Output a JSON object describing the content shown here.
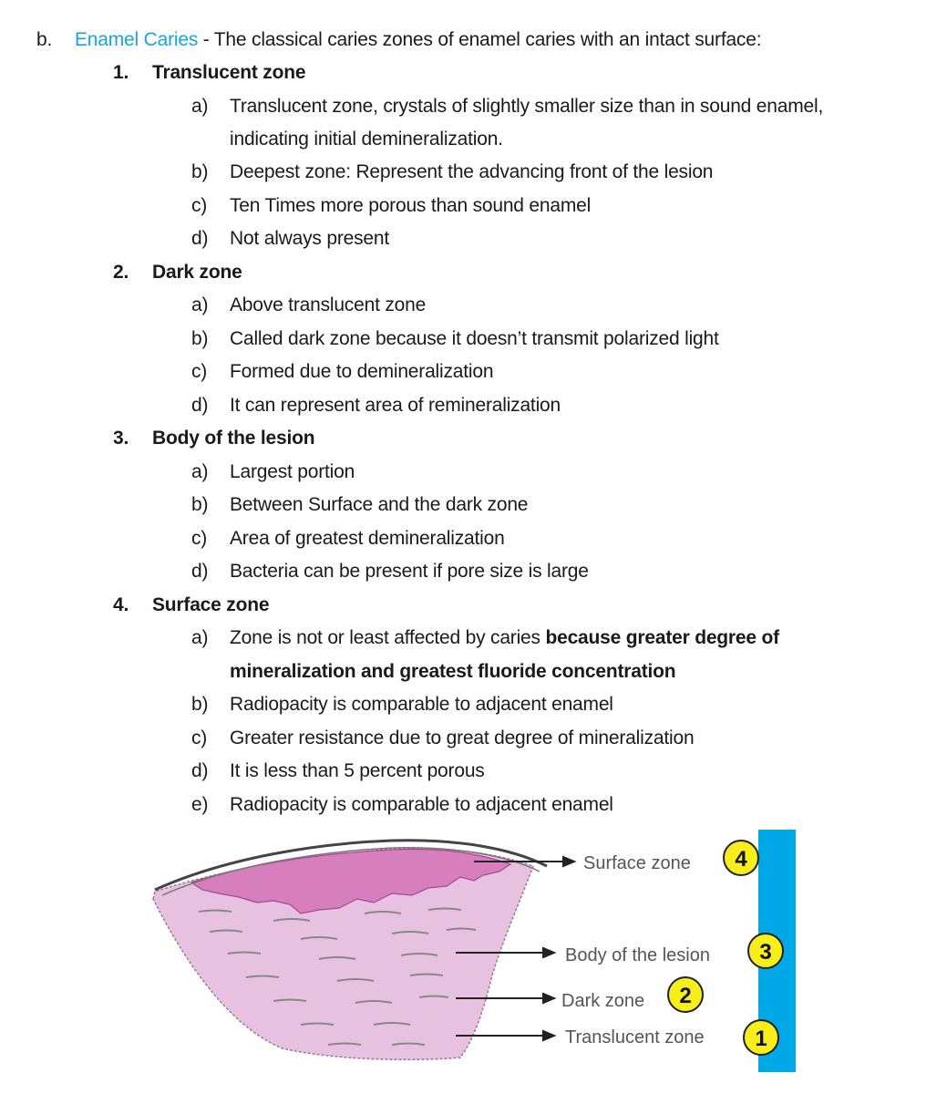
{
  "heading": {
    "marker": "b.",
    "title": "Enamel Caries",
    "rest": " - The classical caries zones of enamel caries with an intact surface:"
  },
  "zones": [
    {
      "number": "1.",
      "title": "Translucent zone",
      "items": [
        {
          "letter": "a)",
          "line1": "Translucent zone, crystals of slightly smaller size than in sound enamel,",
          "line2": "indicating initial demineralization."
        },
        {
          "letter": "b)",
          "line1": "Deepest zone: Represent the advancing front of the lesion"
        },
        {
          "letter": "c)",
          "line1": "Ten Times more porous than sound enamel"
        },
        {
          "letter": "d)",
          "line1": "Not always present"
        }
      ]
    },
    {
      "number": "2.",
      "title": "Dark zone",
      "items": [
        {
          "letter": "a)",
          "line1": "Above translucent zone"
        },
        {
          "letter": "b)",
          "line1": "Called dark zone because it doesn’t transmit polarized light"
        },
        {
          "letter": "c)",
          "line1": "Formed due to demineralization"
        },
        {
          "letter": "d)",
          "line1": "It can represent area of remineralization"
        }
      ]
    },
    {
      "number": "3.",
      "title": "Body of the lesion",
      "items": [
        {
          "letter": "a)",
          "line1": "Largest portion"
        },
        {
          "letter": "b)",
          "line1": "Between Surface and the dark zone"
        },
        {
          "letter": "c)",
          "line1": "Area of greatest demineralization"
        },
        {
          "letter": "d)",
          "line1": "Bacteria can be present if pore size is large"
        }
      ]
    },
    {
      "number": "4.",
      "title": "Surface zone",
      "items": [
        {
          "letter": "a)",
          "line1_plain": "Zone is not or least affected by caries ",
          "line1_bold": "because greater degree of",
          "line2_bold": "mineralization and greatest fluoride concentration"
        },
        {
          "letter": "b)",
          "line1": "Radiopacity is comparable to adjacent enamel"
        },
        {
          "letter": "c)",
          "line1": "Greater resistance due to great degree of mineralization"
        },
        {
          "letter": "d)",
          "line1": "It is less than 5 percent porous"
        },
        {
          "letter": "e)",
          "line1": "Radiopacity is comparable to adjacent enamel"
        }
      ]
    }
  ],
  "diagram": {
    "labels": [
      {
        "text": "Surface zone",
        "badge": "4"
      },
      {
        "text": "Body of the lesion",
        "badge": "3"
      },
      {
        "text": "Dark zone",
        "badge": "2"
      },
      {
        "text": "Translucent zone",
        "badge": "1"
      }
    ],
    "colors": {
      "bar": "#00a8e8",
      "badge": "#f7ee1c",
      "lesion_fill": "#e6c2e0",
      "body_fill": "#d77fbd",
      "stripes": "#888888"
    }
  }
}
